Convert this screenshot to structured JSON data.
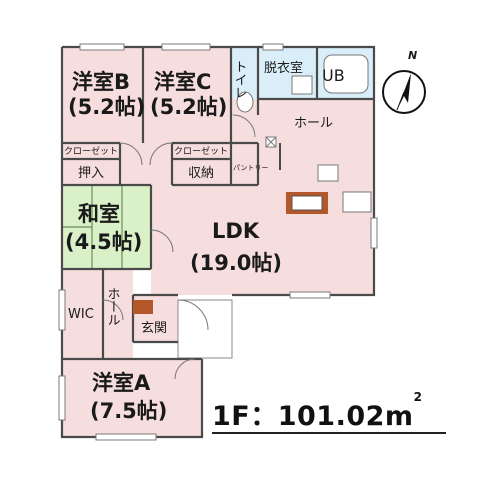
{
  "rooms": {
    "western_b": {
      "name": "洋室B",
      "size": "(5.2帖)"
    },
    "western_c": {
      "name": "洋室C",
      "size": "(5.2帖)"
    },
    "toilet": {
      "name": "トイレ"
    },
    "dressing": {
      "name": "脱衣室"
    },
    "ub": {
      "name": "UB"
    },
    "hall_top": {
      "name": "ホール"
    },
    "closet_b": {
      "name": "クローゼット"
    },
    "closet_c": {
      "name": "クローゼット"
    },
    "oshiire": {
      "name": "押入"
    },
    "shuno": {
      "name": "収納"
    },
    "pantry": {
      "name": "パントリー"
    },
    "japanese": {
      "name": "和室",
      "size": "(4.5帖)"
    },
    "ldk": {
      "name": "LDK",
      "size": "(19.0帖)"
    },
    "wic": {
      "name": "WIC"
    },
    "hall_left": {
      "name": "ホール"
    },
    "genkan": {
      "name": "玄関"
    },
    "western_a": {
      "name": "洋室A",
      "size": "(7.5帖)"
    }
  },
  "floor_area": {
    "label": "1F：101.02㎡",
    "main": "1F：101.02m",
    "unit_sup": "2"
  },
  "compass": {
    "letter": "N"
  },
  "colors": {
    "room_pink": "#f7dede",
    "tatami": "#daf0c8",
    "wet_blue": "#d9eef8",
    "wall": "#4a4a4a",
    "counter": "#b4572a"
  }
}
